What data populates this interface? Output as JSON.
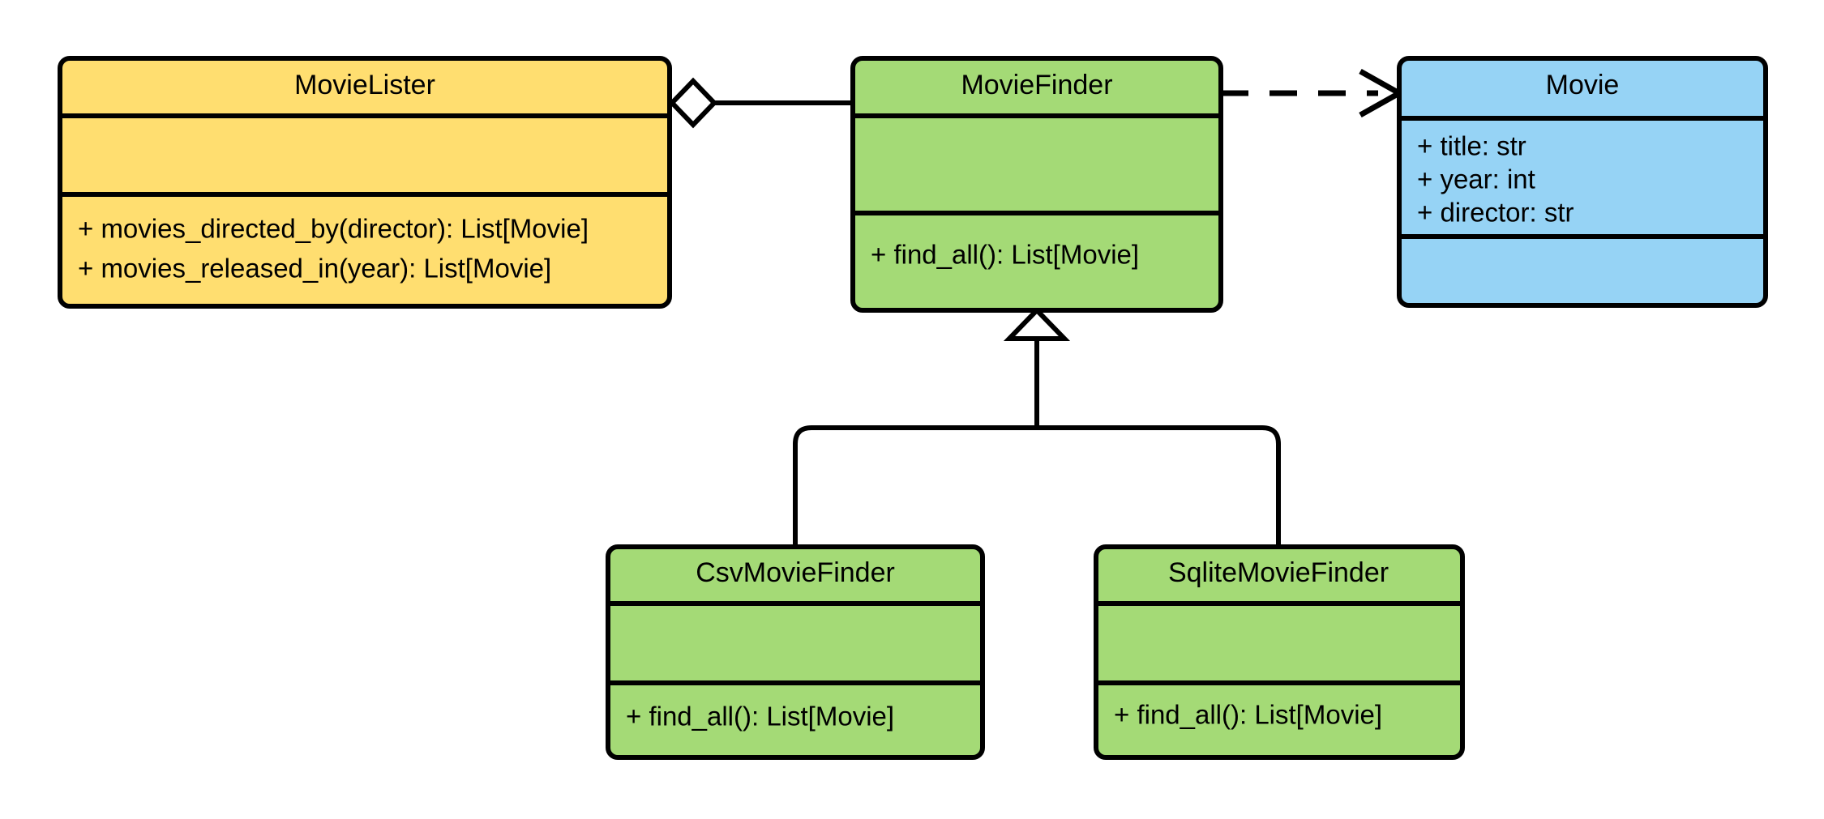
{
  "diagram": {
    "kind": "uml-class-diagram",
    "title": "MovieLister dependency injection class diagram",
    "background_color": "#ffffff",
    "line_color": "#000000"
  },
  "palette": {
    "yellow": "#FFDE70",
    "green": "#A4DA76",
    "blue": "#96D3F5",
    "white": "#FFFFFF",
    "stroke": "#000000"
  },
  "classes": [
    {
      "id": "movie-lister",
      "name": "MovieLister",
      "fill": "#FFDE70",
      "attributes": [],
      "methods": [
        "+ movies_directed_by(director): List[Movie]",
        "+ movies_released_in(year): List[Movie]"
      ]
    },
    {
      "id": "movie-finder",
      "name": "MovieFinder",
      "fill": "#A4DA76",
      "attributes": [],
      "methods": [
        "+ find_all(): List[Movie]"
      ]
    },
    {
      "id": "movie",
      "name": "Movie",
      "fill": "#96D3F5",
      "attributes": [
        "+ title: str",
        "+ year: int",
        "+ director: str"
      ],
      "methods": []
    },
    {
      "id": "csv-movie-finder",
      "name": "CsvMovieFinder",
      "fill": "#A4DA76",
      "attributes": [],
      "methods": [
        "+ find_all(): List[Movie]"
      ]
    },
    {
      "id": "sqlite-movie-finder",
      "name": "SqliteMovieFinder",
      "fill": "#A4DA76",
      "attributes": [],
      "methods": [
        "+ find_all(): List[Movie]"
      ]
    }
  ],
  "relationships": [
    {
      "id": "lister-aggregates-finder",
      "type": "aggregation",
      "marker": "hollow-diamond",
      "line": "solid",
      "from": "MovieLister",
      "to": "MovieFinder"
    },
    {
      "id": "finder-depends-on-movie",
      "type": "dependency",
      "marker": "open-arrow",
      "line": "dashed",
      "from": "MovieFinder",
      "to": "Movie"
    },
    {
      "id": "csv-inherits-finder",
      "type": "generalization",
      "marker": "hollow-triangle",
      "line": "solid",
      "from": "CsvMovieFinder",
      "to": "MovieFinder"
    },
    {
      "id": "sqlite-inherits-finder",
      "type": "generalization",
      "marker": "hollow-triangle",
      "line": "solid",
      "from": "SqliteMovieFinder",
      "to": "MovieFinder"
    }
  ]
}
